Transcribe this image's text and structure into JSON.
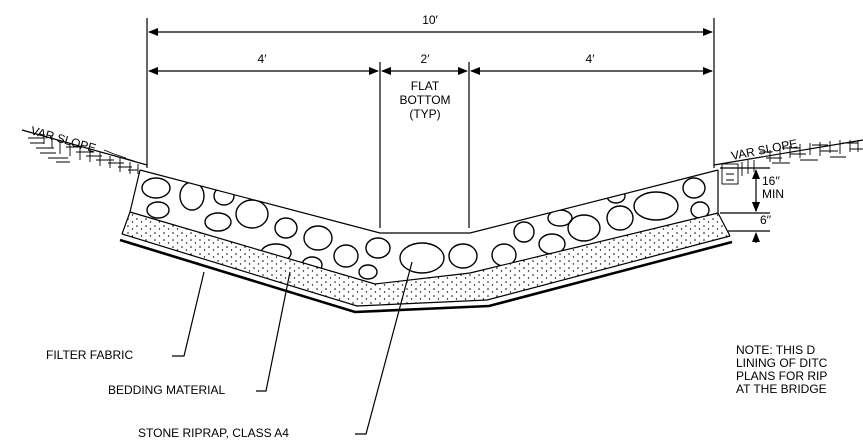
{
  "dimensions": {
    "overall": "10′",
    "left_side": "4′",
    "bottom": "2′",
    "right_side": "4′",
    "riprap_depth": "16′′",
    "riprap_depth_qualifier": "MIN",
    "bedding_depth": "6′′"
  },
  "bottom_callout": [
    "FLAT",
    "BOTTOM",
    "(TYP)"
  ],
  "slope_labels": {
    "left": "VAR SLOPE",
    "right": "VAR SLOPE"
  },
  "leaders": {
    "filter_fabric": "FILTER FABRIC",
    "bedding_material": "BEDDING MATERIAL",
    "stone_riprap": "STONE RIPRAP, CLASS A4"
  },
  "note_lines": [
    "NOTE:  THIS D",
    "LINING OF DITC",
    "PLANS FOR RIP",
    "AT THE BRIDGE"
  ]
}
